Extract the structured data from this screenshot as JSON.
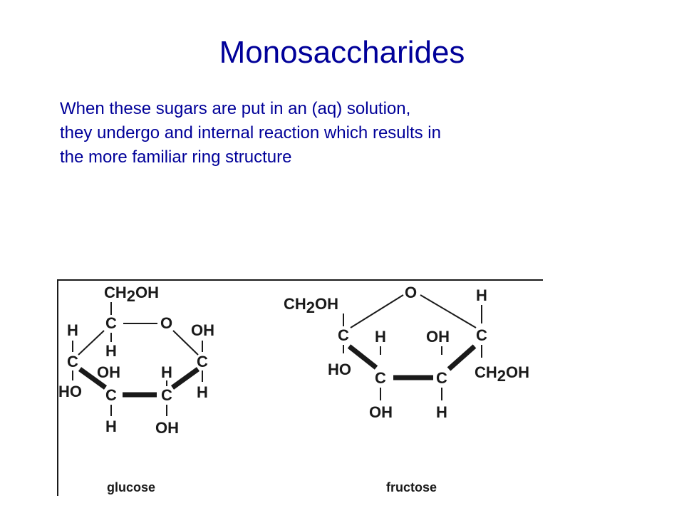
{
  "slide": {
    "title": "Monosaccharides",
    "body_lines": [
      "When these sugars are put in an (aq) solution,",
      "they undergo and internal reaction which results in",
      "the more familiar ring structure"
    ]
  },
  "figure": {
    "glucose": {
      "ch2oh_main": "CH",
      "ch2oh_sub": "2",
      "ch2oh_tail": "OH",
      "c5": "C",
      "o_ring": "O",
      "h_c5": "H",
      "h_c4": "H",
      "c4": "C",
      "ho_c4": "HO",
      "oh_c3": "OH",
      "c3": "C",
      "h_c3": "H",
      "h_c2": "H",
      "c2": "C",
      "oh_c2": "OH",
      "oh_c1": "OH",
      "c1": "C",
      "h_c1": "H",
      "caption": "glucose"
    },
    "fructose": {
      "ch2oh_left_main": "CH",
      "ch2oh_left_sub": "2",
      "ch2oh_left_tail": "OH",
      "o_ring": "O",
      "h_top": "H",
      "c5": "C",
      "ho_c5": "HO",
      "h_c4": "H",
      "c4": "C",
      "oh_c4": "OH",
      "oh_c3": "OH",
      "c3": "C",
      "h_c3": "H",
      "c2": "C",
      "ch2oh_right_main": "CH",
      "ch2oh_right_sub": "2",
      "ch2oh_right_tail": "OH",
      "caption": "fructose"
    }
  },
  "colors": {
    "text": "#000099",
    "figure_ink": "#1a1a1a",
    "background": "#ffffff"
  }
}
